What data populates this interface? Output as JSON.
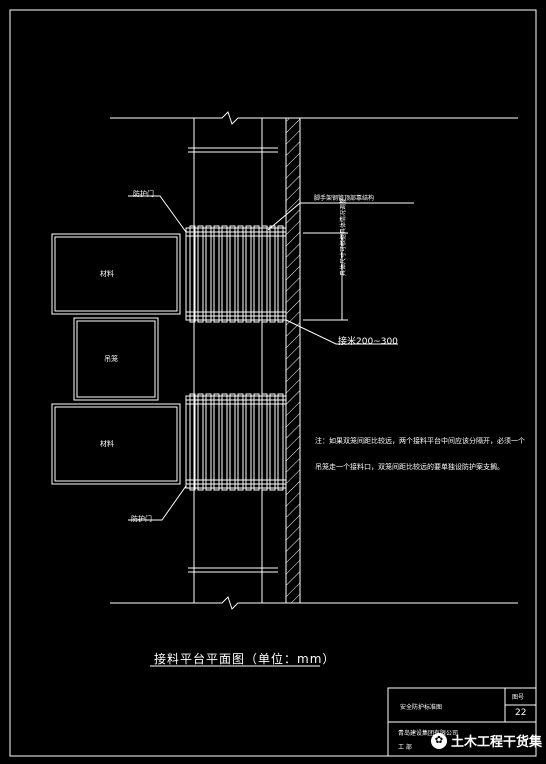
{
  "labels": {
    "fanghumen_top": "防护门",
    "fanghumen_bottom": "防护门",
    "jiaoshou": "脚手架钢管顶部靠结构",
    "dimension_vertical": "具体尺寸可根据具体情况调整",
    "gap_label": "接米200~300",
    "box_top": "材料",
    "box_mid": "吊笼",
    "box_bottom": "材料"
  },
  "note": {
    "line1": "注：如果双笼间距比较远，两个接料平台中间应该分隔开，必须一个",
    "line2": "吊笼走一个接料口，双笼间距比较远的要单独设防护案支搁。"
  },
  "drawing_title": "接料平台平面图（单位：mm）",
  "title_block": {
    "name": "安全防护标准图",
    "code_label": "图号",
    "code_value": "22",
    "company": "青岛建设集团有限公司",
    "dept": "工    部"
  },
  "watermark": "土木工程干货集",
  "colors": {
    "background": "#000000",
    "lines": "#ffffff"
  }
}
